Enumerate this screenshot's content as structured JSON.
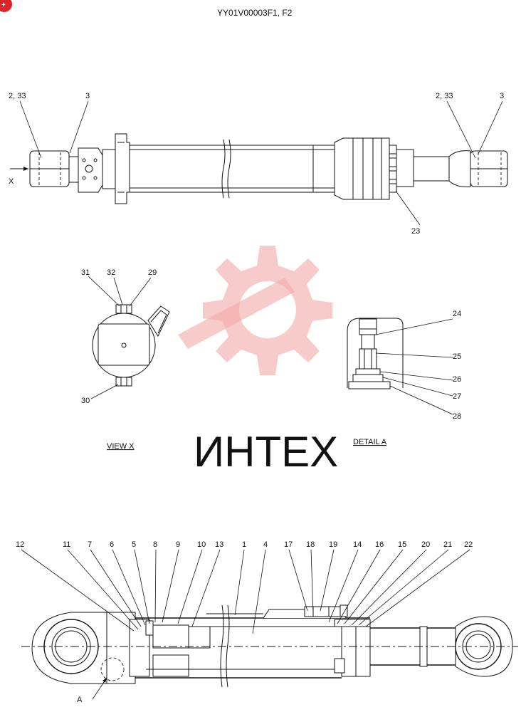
{
  "header": {
    "title": "YY01V00003F1, F2",
    "badge": "+"
  },
  "watermark": {
    "text": "ИНТЕХ",
    "color": "#f4a8a8"
  },
  "view_labels": {
    "view_x": "VIEW  X",
    "detail_a": "DETAIL  A",
    "arrow_x": "X",
    "section_a": "A"
  },
  "callouts": {
    "top_left_2_33": "2, 33",
    "top_left_3": "3",
    "top_right_2_33": "2, 33",
    "top_right_3": "3",
    "top_23": "23",
    "v31": "31",
    "v32": "32",
    "v29": "29",
    "v30": "30",
    "d24": "24",
    "d25": "25",
    "d26": "26",
    "d27": "27",
    "d28": "28",
    "b12": "12",
    "b11": "11",
    "b7": "7",
    "b6": "6",
    "b5": "5",
    "b8": "8",
    "b9": "9",
    "b10": "10",
    "b13": "13",
    "b1": "1",
    "b4": "4",
    "b17": "17",
    "b18": "18",
    "b19": "19",
    "b14": "14",
    "b16": "16",
    "b15": "15",
    "b20": "20",
    "b21": "21",
    "b22": "22"
  }
}
